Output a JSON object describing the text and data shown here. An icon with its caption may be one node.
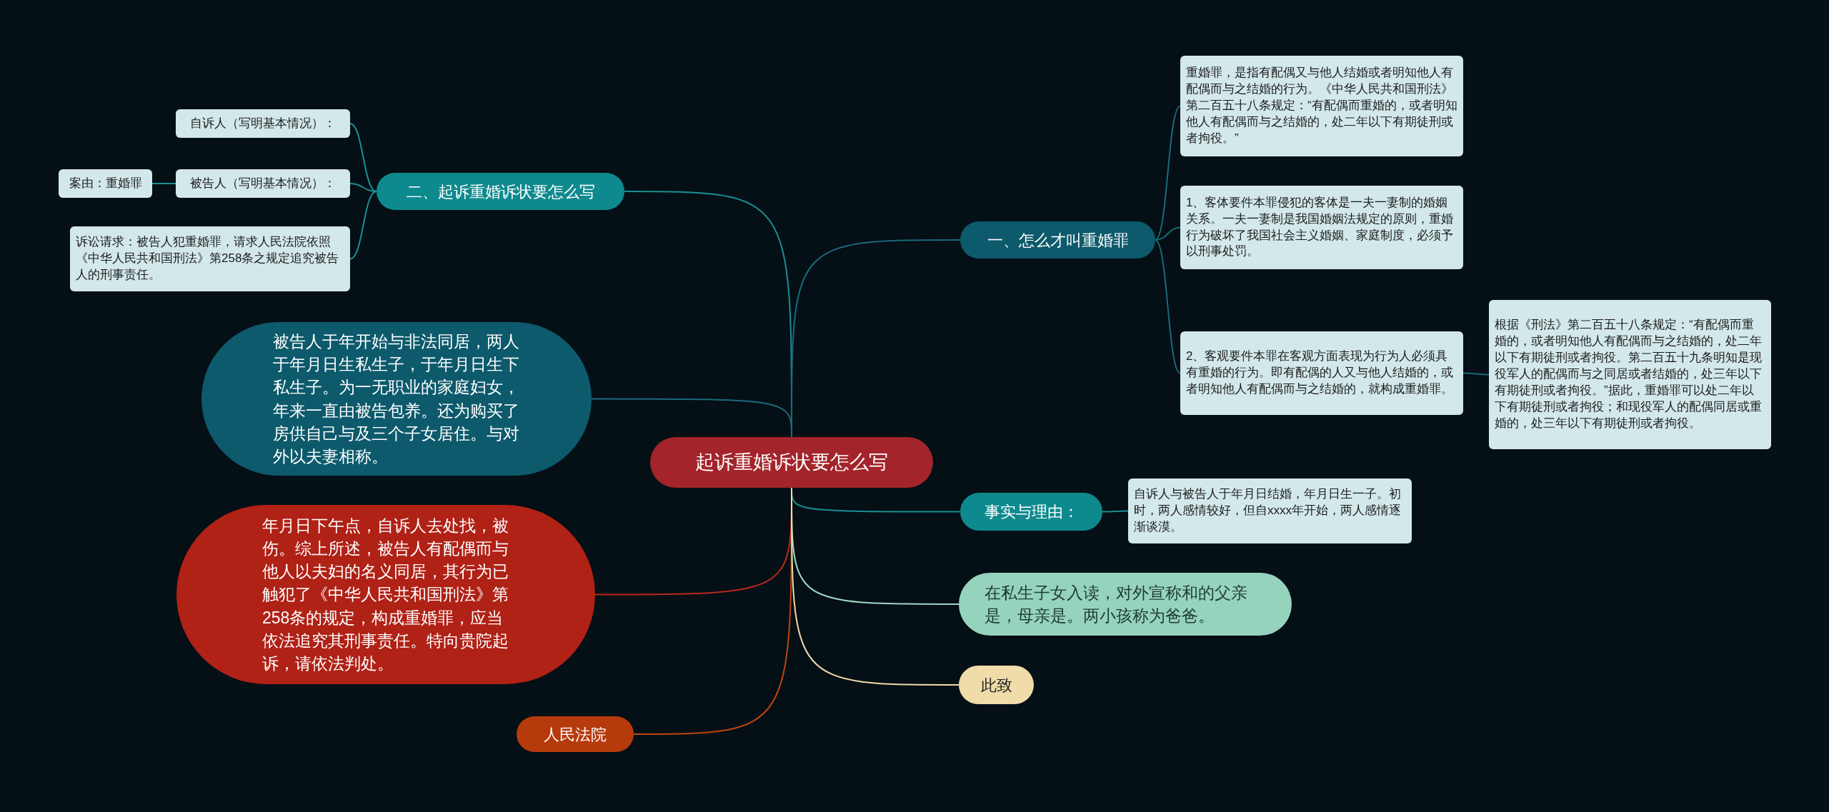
{
  "diagram": {
    "nodes": [
      {
        "text": [
          "起诉重婚诉状要怎么写"
        ]
      },
      {
        "text": [
          "二、起诉重婚诉状要怎么写"
        ]
      },
      {
        "text": [
          "自诉人（写明基本情况）："
        ]
      },
      {
        "text": [
          "被告人（写明基本情况）："
        ]
      },
      {
        "text": [
          "案由：重婚罪"
        ]
      },
      {
        "text": [
          "诉讼请求：被告人犯重婚罪，请求人民法院依照《中华人民共和国刑法》第258条之规定追究被告人的刑事责任。"
        ]
      },
      {
        "text": [
          "被告人于年开始与非法同居，两人于年月日生私生子，于年月日生下私生子。为一无职业的家庭妇女，年来一直由被告包养。还为购买了房供自己与及三个子女居住。与对外以夫妻相称。"
        ]
      },
      {
        "text": [
          "年月日下午点，自诉人去处找，被伤。综上所述，被告人有配偶而与他人以夫妇的名义同居，其行为已触犯了《中华人民共和国刑法》第258条的规定，构成重婚罪，应当依法追究其刑事责任。特向贵院起诉，请依法判处。"
        ]
      },
      {
        "text": [
          "人民法院"
        ]
      },
      {
        "text": [
          "一、怎么才叫重婚罪"
        ]
      },
      {
        "text": [
          "重婚罪，是指有配偶又与他人结婚或者明知他人有配偶而与之结婚的行为。《中华人民共和国刑法》第二百五十八条规定：“有配偶而重婚的，或者明知他人有配偶而与之结婚的，处二年以下有期徒刑或者拘役。”"
        ]
      },
      {
        "text": [
          "1、客体要件本罪侵犯的客体是一夫一妻制的婚姻关系。一夫一妻制是我国婚姻法规定的原则，重婚行为破坏了我国社会主义婚姻、家庭制度，必须予以刑事处罚。"
        ]
      },
      {
        "text": [
          "2、客观要件本罪在客观方面表现为行为人必须具有重婚的行为。即有配偶的人又与他人结婚的，或者明知他人有配偶而与之结婚的，就构成重婚罪。"
        ]
      },
      {
        "text": [
          "根据《刑法》第二百五十八条规定：“有配偶而重婚的，或者明知他人有配偶而与之结婚的，处二年以下有期徒刑或者拘役。第二百五十九条明知是现役军人的配偶而与之同居或者结婚的，处三年以下有期徒刑或者拘役。”据此，重婚罪可以处二年以下有期徒刑或者拘役；和现役军人的配偶同居或重婚的，处三年以下有期徒刑或者拘役。"
        ]
      },
      {
        "text": [
          "事实与理由："
        ]
      },
      {
        "text": [
          "自诉人与被告人于年月日结婚，年月日生一子。初时，两人感情较好，但自xxxx年开始，两人感情逐渐谈漠。"
        ]
      },
      {
        "text": [
          "在私生子女入读，对外宣称和的父亲是，母亲是。两小孩称为爸爸。"
        ]
      },
      {
        "text": [
          "此致"
        ]
      }
    ],
    "edges": [
      {
        "from": 0,
        "to": 1,
        "arrow": "none",
        "color": "#1a8f93"
      },
      {
        "from": 1,
        "to": 2,
        "arrow": "none",
        "color": "#1a8f93"
      },
      {
        "from": 1,
        "to": 3,
        "arrow": "none",
        "color": "#1a8f93"
      },
      {
        "from": 3,
        "to": 4,
        "arrow": "none",
        "color": "#1a8f93"
      },
      {
        "from": 1,
        "to": 5,
        "arrow": "none",
        "color": "#1a8f93"
      },
      {
        "from": 0,
        "to": 6,
        "arrow": "none",
        "color": "#1a6a7c"
      },
      {
        "from": 0,
        "to": 7,
        "arrow": "none",
        "color": "#b8281c"
      },
      {
        "from": 0,
        "to": 8,
        "arrow": "none",
        "color": "#c0450f"
      },
      {
        "from": 0,
        "to": 9,
        "arrow": "none",
        "color": "#1a6a7c"
      },
      {
        "from": 9,
        "to": 10,
        "arrow": "none",
        "color": "#1a6a7c"
      },
      {
        "from": 9,
        "to": 11,
        "arrow": "none",
        "color": "#1a6a7c"
      },
      {
        "from": 9,
        "to": 12,
        "arrow": "none",
        "color": "#1a6a7c"
      },
      {
        "from": 12,
        "to": 13,
        "arrow": "none",
        "color": "#1a6a7c"
      },
      {
        "from": 0,
        "to": 14,
        "arrow": "none",
        "color": "#1a8f93"
      },
      {
        "from": 14,
        "to": 15,
        "arrow": "none",
        "color": "#1a8f93"
      },
      {
        "from": 0,
        "to": 16,
        "arrow": "none",
        "color": "#9fd8c2"
      },
      {
        "from": 0,
        "to": 17,
        "arrow": "none",
        "color": "#f0dca8"
      }
    ]
  }
}
